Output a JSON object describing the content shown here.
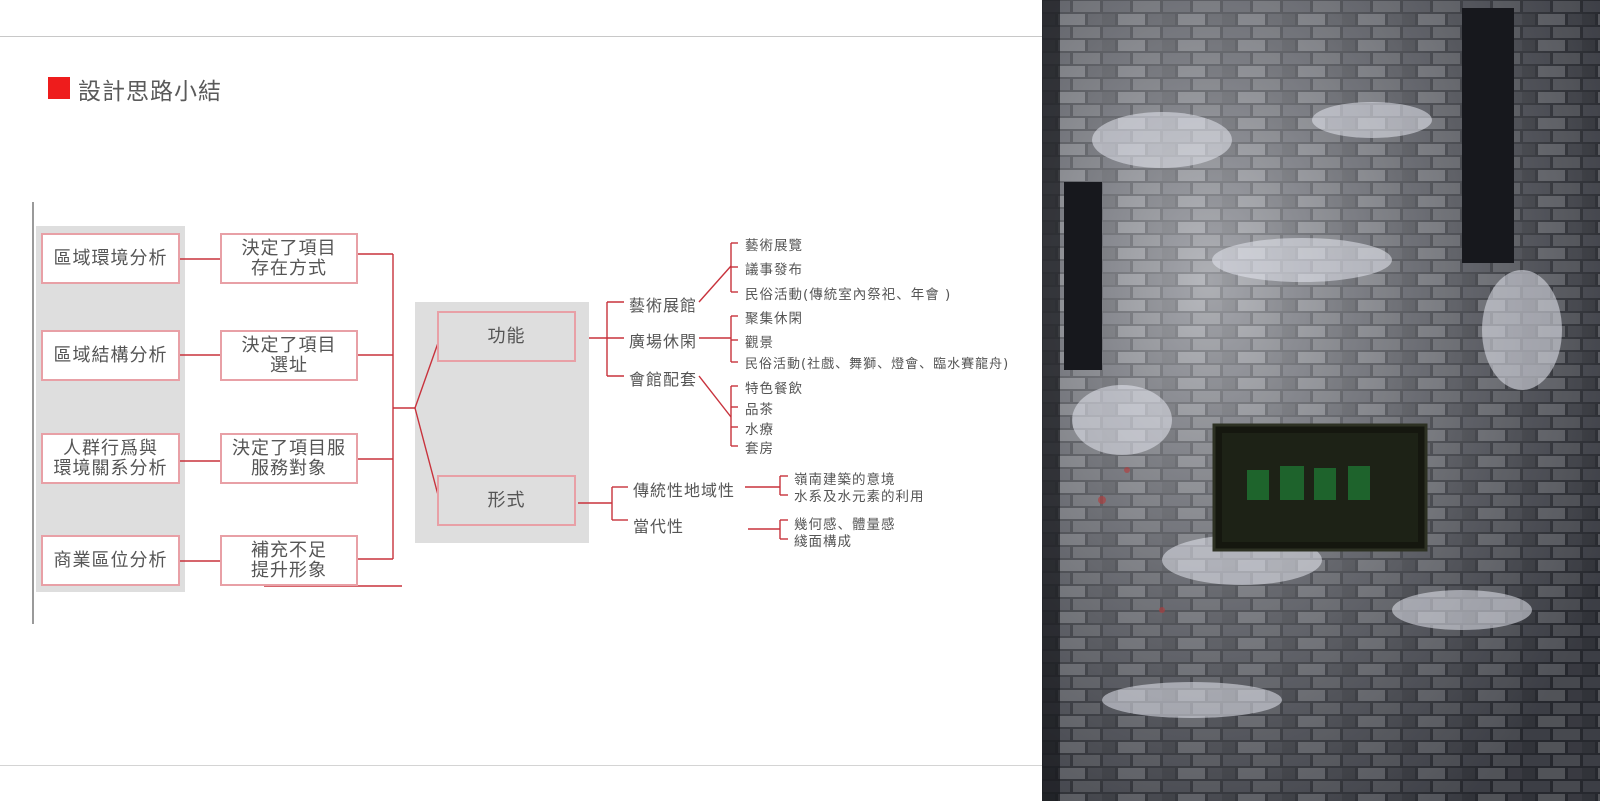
{
  "slide": {
    "title": "設計思路小結"
  },
  "diagram": {
    "analyses": [
      {
        "label": "區域環境分析",
        "result": "決定了項目\n存在方式"
      },
      {
        "label": "區域結構分析",
        "result": "決定了項目\n選址"
      },
      {
        "label": "人群行爲與\n環境關系分析",
        "result": "決定了項目服\n服務對象"
      },
      {
        "label": "商業區位分析",
        "result": "補充不足\n提升形象"
      }
    ],
    "function": {
      "label": "功能",
      "items": [
        {
          "label": "藝術展館",
          "sub": [
            "藝術展覽",
            "議事發布",
            "民俗活動(傳統室內祭祀、年會 )"
          ]
        },
        {
          "label": "廣場休閑",
          "sub": [
            "聚集休閑",
            "觀景",
            "民俗活動(社戲、舞獅、燈會、臨水賽龍舟)"
          ]
        },
        {
          "label": "會館配套",
          "sub": [
            "特色餐飲",
            "品茶",
            "水療",
            "套房"
          ]
        }
      ]
    },
    "form": {
      "label": "形式",
      "items": [
        {
          "label": "傳統性地域性",
          "sub": [
            "嶺南建築的意境",
            "水系及水元素的利用"
          ]
        },
        {
          "label": "當代性",
          "sub": [
            "幾何感、體量感",
            "綫面構成"
          ]
        }
      ]
    }
  },
  "photo": {
    "description_icon": "brick-wall-photo",
    "accent": "#23252c"
  },
  "colors": {
    "accent_red": "#ee1c1c",
    "connector": "#c8323c",
    "box_border": "#e8a0a6",
    "panel_grey": "#dedede"
  }
}
